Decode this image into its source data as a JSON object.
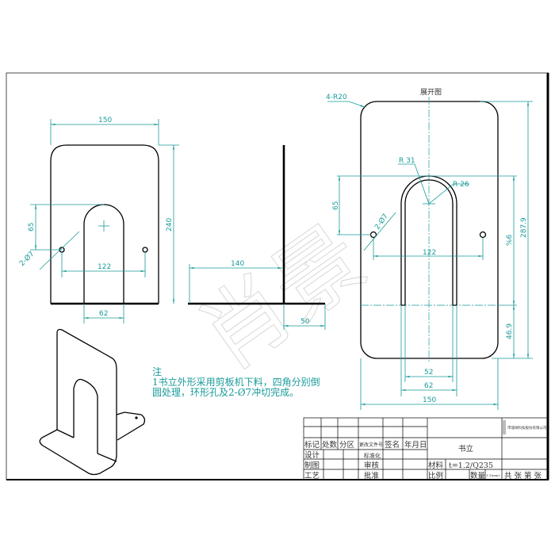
{
  "watermark": "肖景",
  "front_view": {
    "width": "150",
    "height": "240",
    "hole_offset": "65",
    "hole_dia": "2-Ø7",
    "hole_spacing": "122",
    "slot_width": "62"
  },
  "side_view": {
    "height_dim": "140",
    "foot": "50"
  },
  "flat_pattern": {
    "title": "展开图",
    "corner_radius": "4-R20",
    "r_outer": "R 31",
    "r_inner": "R 26",
    "hole_offset": "65",
    "hole_dia": "2-Ø7",
    "hole_spacing": "122",
    "total_height": "287.9",
    "slot_length": "%6",
    "bottom": "46.9",
    "inner_width": "52",
    "outer_width": "62",
    "width": "150"
  },
  "notes": {
    "title": "注",
    "line1": "1书立外形采用剪板机下料，四角分别倒",
    "line2": "圆处理，环形孔及2-Ø7冲切完成。"
  },
  "title_block": {
    "headers": [
      "标记",
      "处数",
      "分区",
      "更改文件号",
      "签名",
      "年月日"
    ],
    "design": "设计",
    "standard": "标准化",
    "drawn": "制图",
    "review": "审核",
    "process": "工艺",
    "approve": "批准",
    "part_name": "书立",
    "material_label": "材料",
    "material": "t=1.2/Q235",
    "scale_label": "比例",
    "qty_label": "数量",
    "qty_value": "1:1(mm)",
    "sheets": "共  张 第  张",
    "company": "市瑞祥科技股份有限公司"
  }
}
